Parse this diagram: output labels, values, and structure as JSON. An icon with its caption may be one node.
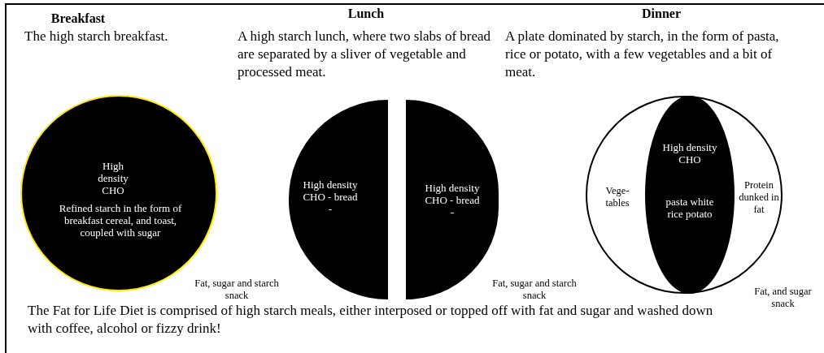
{
  "diagram": {
    "caption": "The Fat for Life Diet is comprised of high starch meals, either interposed or topped off with fat and sugar and washed down with coffee, alcohol or fizzy drink!",
    "nodes": [
      {
        "text": [
          "High density CHO",
          "Refined starch in the form of breakfast cereal, and toast, coupled with sugar"
        ]
      },
      {
        "text": [
          "High density CHO - bread -"
        ]
      },
      {
        "text": [
          "High density CHO - bread -"
        ]
      },
      {
        "text": [
          "Vege- tables",
          "Protein dunked in fat"
        ]
      },
      {
        "text": [
          "High density CHO",
          "pasta white rice potato"
        ],
        "in": 3
      }
    ],
    "labels": [
      "Breakfast",
      "The high starch breakfast.",
      "Lunch",
      "A high starch lunch, where two slabs of bread are separated by a sliver of vegetable and processed meat.",
      "Dinner",
      "A plate dominated by starch, in the form of pasta, rice or potato, with a few vegetables and a bit of meat.",
      "Fat, sugar and starch snack",
      "Fat, sugar and starch snack",
      "Fat, and sugar snack"
    ]
  }
}
